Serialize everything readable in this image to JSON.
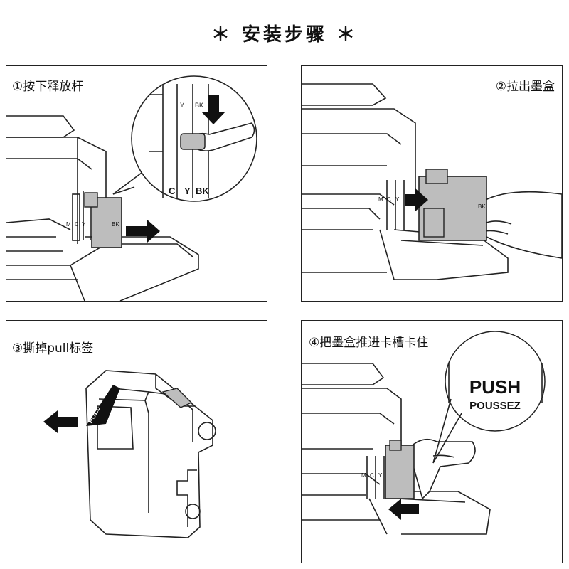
{
  "title": "＊ 安装步骤 ＊",
  "steps": [
    {
      "label": "①按下释放杆"
    },
    {
      "label": "②拉出墨盒"
    },
    {
      "label": "③撕掉pull标签"
    },
    {
      "label": "④把墨盒推进卡槽卡住"
    }
  ],
  "cartridge_labels": {
    "m": "M",
    "c": "C",
    "y": "Y",
    "bk": "BK",
    "pull": "PULL"
  },
  "push_bubble": {
    "line1": "PUSH",
    "line2": "POUSSEZ"
  }
}
